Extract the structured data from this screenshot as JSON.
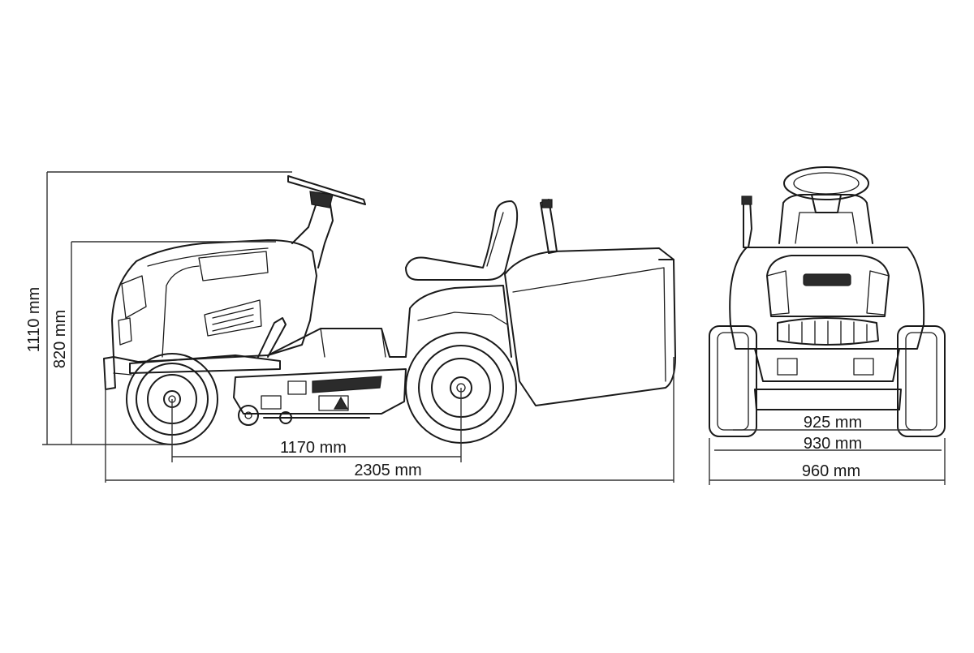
{
  "dimensions": {
    "overall_height": "1110 mm",
    "seat_height": "820 mm",
    "wheelbase": "1170 mm",
    "overall_length": "2305 mm",
    "track_front": "925 mm",
    "track_rear": "930 mm",
    "overall_width": "960 mm"
  },
  "colors": {
    "line": "#1a1a1a",
    "background": "#ffffff"
  },
  "icons": {
    "warning_label": "warning-triangle-icon"
  }
}
